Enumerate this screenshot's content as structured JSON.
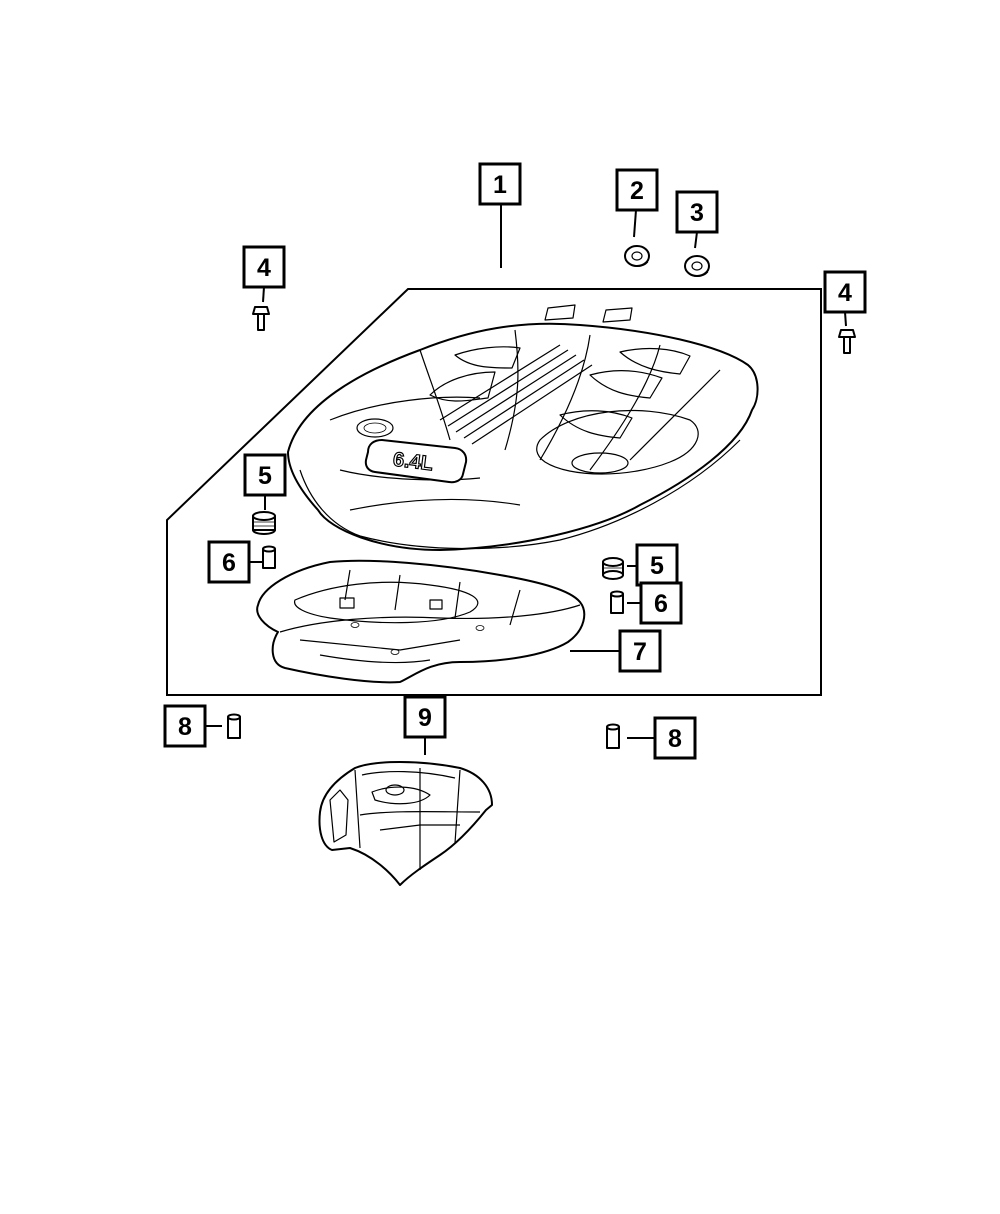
{
  "callouts": {
    "c1": "1",
    "c2": "2",
    "c3": "3",
    "c4a": "4",
    "c4b": "4",
    "c5a": "5",
    "c5b": "5",
    "c6a": "6",
    "c6b": "6",
    "c7": "7",
    "c8a": "8",
    "c8b": "8",
    "c9": "9"
  },
  "emblem": {
    "text": "6.4L"
  }
}
